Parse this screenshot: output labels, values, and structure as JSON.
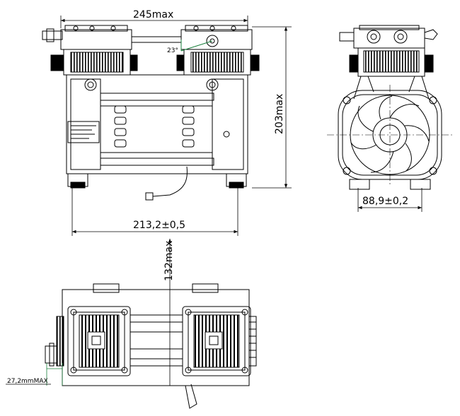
{
  "dimensions": {
    "overall_width": "245max",
    "overall_height": "203max",
    "base_width": "213,2±0,5",
    "side_base_width": "88,9±0,2",
    "depth": "132max",
    "fitting_offset": "27,2mmMAX",
    "angle": "23°"
  },
  "colors": {
    "line": "#000000",
    "accent": "#1a7f3c"
  }
}
